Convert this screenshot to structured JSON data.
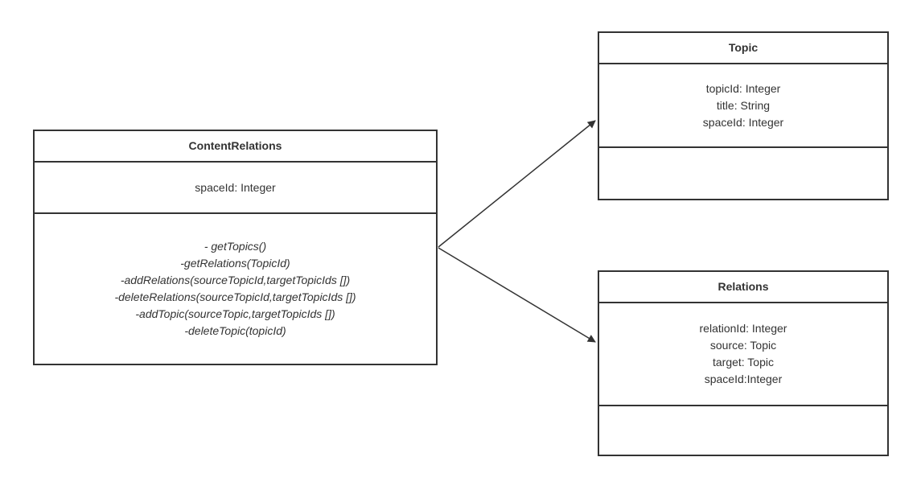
{
  "diagram": {
    "type": "uml-class-diagram",
    "colors": {
      "stroke": "#333333",
      "text": "#333333",
      "background": "#ffffff"
    },
    "classes": [
      {
        "name": "ContentRelations",
        "attributes": [
          "spaceId: Integer"
        ],
        "methods": [
          "- getTopics()",
          "-getRelations(TopicId)",
          "-addRelations(sourceTopicId,targetTopicIds [])",
          "-deleteRelations(sourceTopicId,targetTopicIds [])",
          "-addTopic(sourceTopic,targetTopicIds [])",
          "-deleteTopic(topicId)"
        ]
      },
      {
        "name": "Topic",
        "attributes": [
          "topicId: Integer",
          "title: String",
          "spaceId: Integer"
        ],
        "methods": []
      },
      {
        "name": "Relations",
        "attributes": [
          "relationId: Integer",
          "source: Topic",
          "target: Topic",
          "spaceId:Integer"
        ],
        "methods": []
      }
    ],
    "connections": [
      {
        "from": "ContentRelations",
        "to": "Topic",
        "style": "directed-arrow"
      },
      {
        "from": "ContentRelations",
        "to": "Relations",
        "style": "directed-arrow"
      }
    ]
  }
}
